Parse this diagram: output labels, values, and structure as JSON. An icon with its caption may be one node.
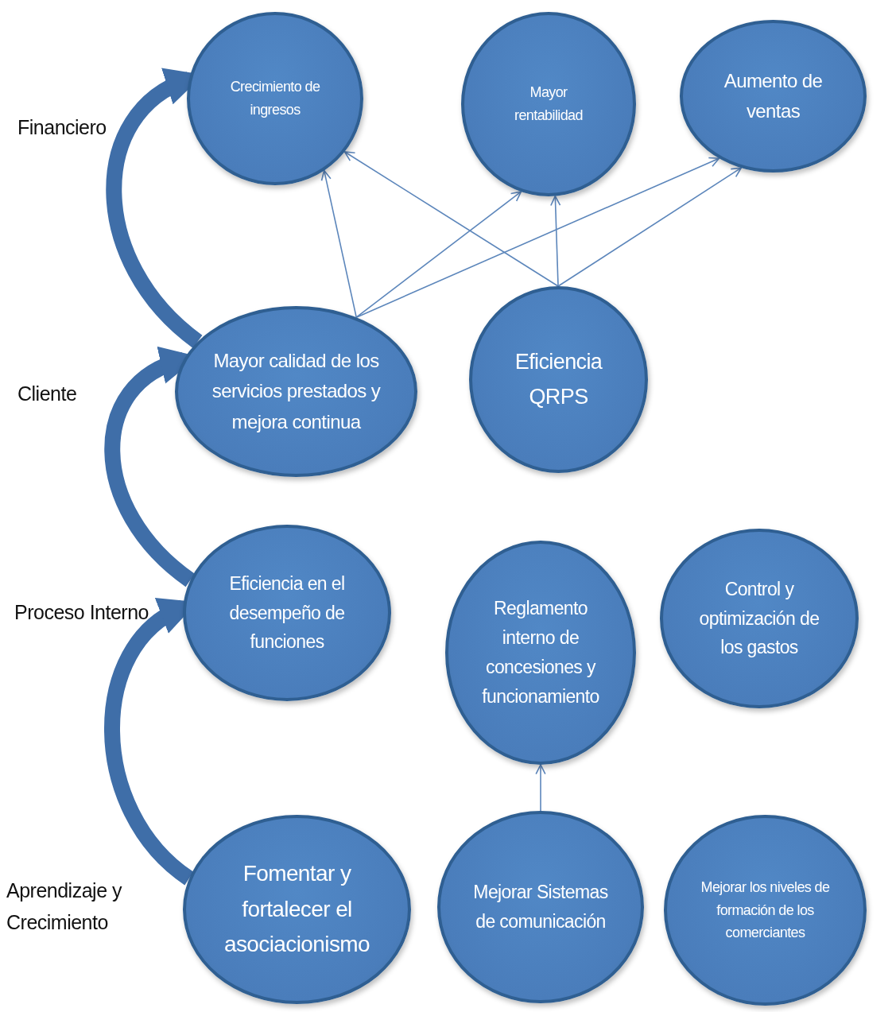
{
  "diagram": {
    "nodes": [
      {
        "text": [
          "Crecimiento de ingresos"
        ]
      },
      {
        "text": [
          "Mayor rentabilidad"
        ]
      },
      {
        "text": [
          "Aumento de ventas"
        ]
      },
      {
        "text": [
          "Mayor calidad de los servicios prestados y mejora continua"
        ]
      },
      {
        "text": [
          "Eficiencia QRPS"
        ]
      },
      {
        "text": [
          "Eficiencia en el desempeño de funciones"
        ]
      },
      {
        "text": [
          "Reglamento interno de concesiones y funcionamiento"
        ]
      },
      {
        "text": [
          "Control y optimización de los gastos"
        ]
      },
      {
        "text": [
          "Fomentar y fortalecer el asociacionismo"
        ]
      },
      {
        "text": [
          "Mejorar Sistemas de comunicación"
        ]
      },
      {
        "text": [
          "Mejorar los niveles de formación de los comerciantes"
        ]
      }
    ],
    "edges": [
      {
        "from": 3,
        "to": 0,
        "arrow": "to"
      },
      {
        "from": 3,
        "to": 1,
        "arrow": "to"
      },
      {
        "from": 3,
        "to": 2,
        "arrow": "to"
      },
      {
        "from": 4,
        "to": 0,
        "arrow": "to"
      },
      {
        "from": 4,
        "to": 1,
        "arrow": "to"
      },
      {
        "from": 4,
        "to": 2,
        "arrow": "to"
      },
      {
        "from": 9,
        "to": 6,
        "arrow": "to"
      },
      {
        "from": 3,
        "to": 0,
        "arrow": "to",
        "style": "thick"
      },
      {
        "from": 5,
        "to": 3,
        "arrow": "to",
        "style": "thick"
      },
      {
        "from": 8,
        "to": 5,
        "arrow": "to",
        "style": "thick"
      }
    ],
    "labels": [
      "Financiero",
      "Cliente",
      "Proceso Interno",
      "Aprendizaje y Crecimiento"
    ]
  }
}
